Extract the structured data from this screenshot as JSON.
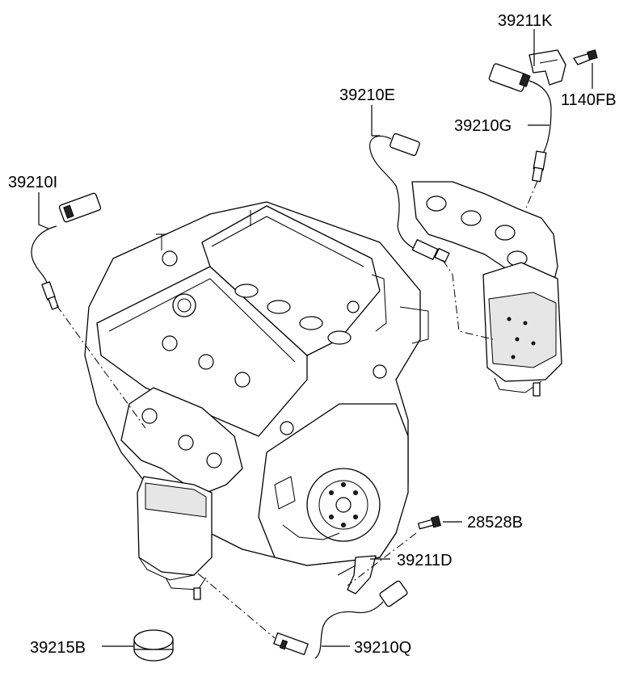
{
  "labels": {
    "p39211K": "39211K",
    "p1140FB": "1140FB",
    "p39210E": "39210E",
    "p39210G": "39210G",
    "p39210I": "39210I",
    "p28528B": "28528B",
    "p39211D": "39211D",
    "p39215B": "39215B",
    "p39210Q": "39210Q"
  }
}
